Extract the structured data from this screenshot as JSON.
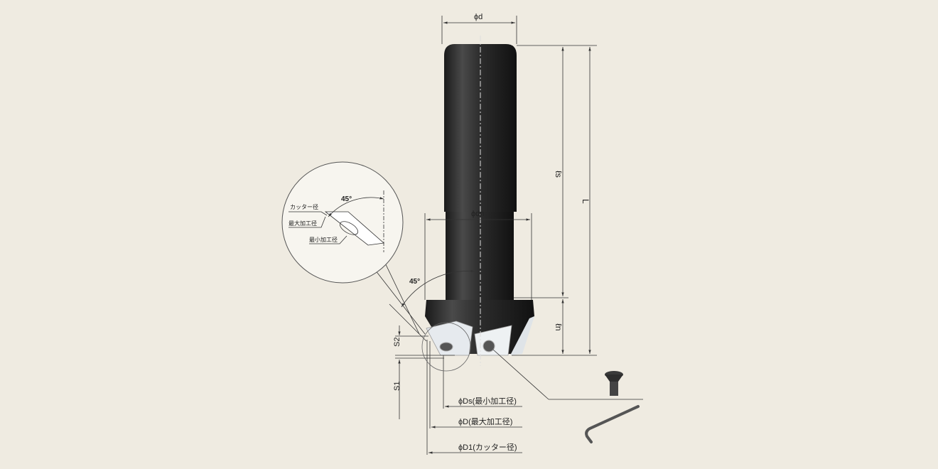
{
  "dimensions": {
    "d": "ϕd",
    "dn": "ϕdn",
    "ls": "ℓs",
    "L": "L",
    "ln": "ℓn",
    "S1": "S1",
    "S2": "S2",
    "angle_main": "45°",
    "Ds": "ϕDs(最小加工径)",
    "D": "ϕD(最大加工径)",
    "D1": "ϕD1(カッター径)"
  },
  "detail": {
    "angle": "45°",
    "cutter_dia": "カッター径",
    "max_dia": "最大加工径",
    "min_dia": "最小加工径"
  },
  "colors": {
    "background": "#efebe1",
    "tool_body": "#2a2a2a",
    "insert": "#e8ecef",
    "line": "#333333"
  }
}
